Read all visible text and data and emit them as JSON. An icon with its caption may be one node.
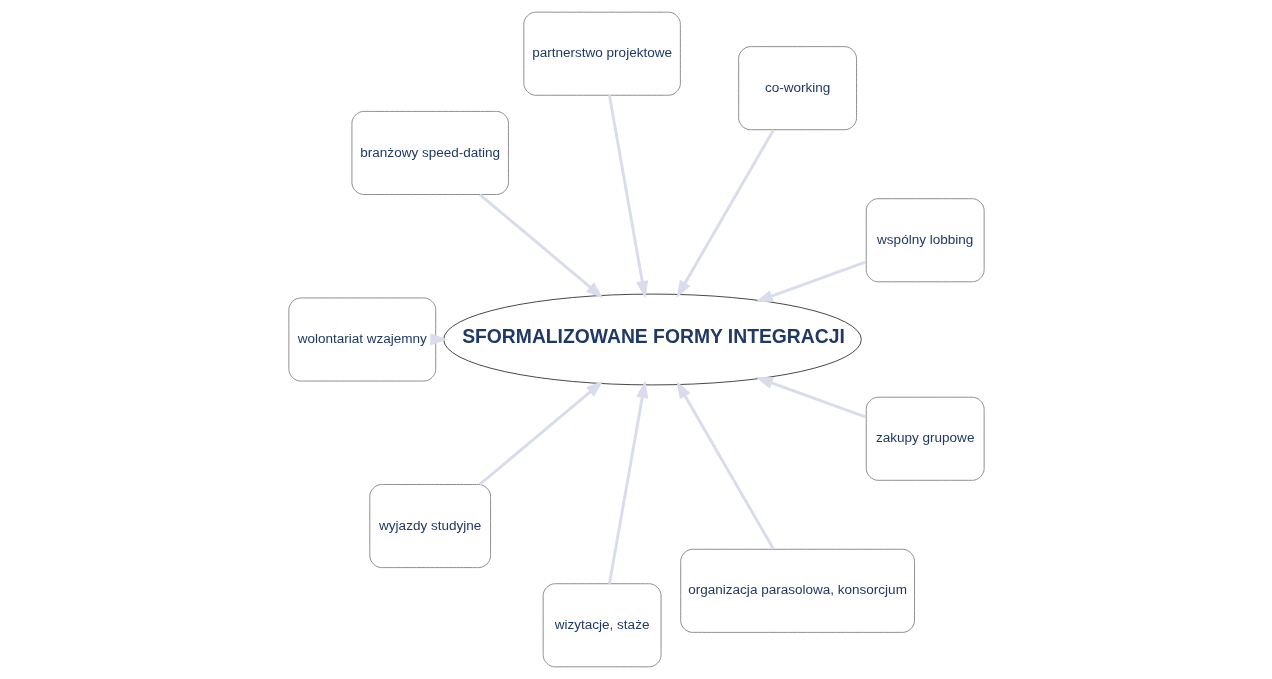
{
  "diagram": {
    "nodes": [
      {
        "text": [
          "wspólny lobbing"
        ]
      },
      {
        "text": [
          "co-working"
        ]
      },
      {
        "text": [
          "partnerstwo projektowe"
        ]
      },
      {
        "text": [
          "branżowy speed-dating"
        ]
      },
      {
        "text": [
          "wolontariat wzajemny"
        ]
      },
      {
        "text": [
          "wyjazdy studyjne"
        ]
      },
      {
        "text": [
          "wizytacje, staże"
        ]
      },
      {
        "text": [
          "organizacja parasolowa, konsorcjum"
        ]
      },
      {
        "text": [
          "zakupy grupowe"
        ]
      },
      {
        "text": [
          "SFORMALIZOWANE FORMY INTEGRACJI"
        ]
      }
    ],
    "edges": [
      {
        "from": 0,
        "to": 9,
        "arrow": "to"
      },
      {
        "from": 1,
        "to": 9,
        "arrow": "to"
      },
      {
        "from": 2,
        "to": 9,
        "arrow": "to"
      },
      {
        "from": 3,
        "to": 9,
        "arrow": "to"
      },
      {
        "from": 4,
        "to": 9,
        "arrow": "to"
      },
      {
        "from": 5,
        "to": 9,
        "arrow": "to"
      },
      {
        "from": 6,
        "to": 9,
        "arrow": "to"
      },
      {
        "from": 7,
        "to": 9,
        "arrow": "to"
      },
      {
        "from": 8,
        "to": 9,
        "arrow": "to"
      }
    ]
  }
}
